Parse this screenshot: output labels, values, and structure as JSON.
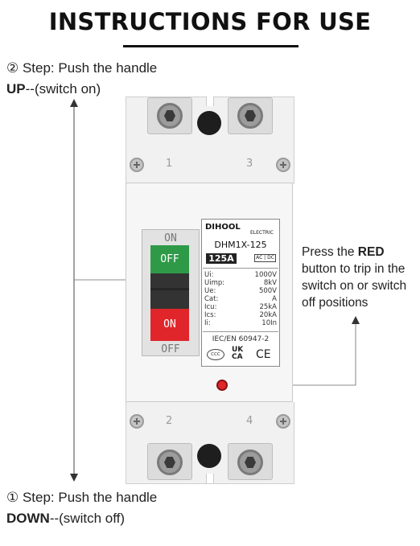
{
  "title": "INSTRUCTIONS FOR USE",
  "step_up": {
    "line1": "② Step: Push the handle",
    "strong": "UP",
    "rest": "--(switch on)"
  },
  "step_down": {
    "line1": "① Step: Push the handle",
    "strong": "DOWN",
    "rest": "--(switch off)"
  },
  "breaker": {
    "terminal_numbers_top": [
      "1",
      "3"
    ],
    "terminal_numbers_bottom": [
      "2",
      "4"
    ],
    "handle": {
      "label_top": "ON",
      "label_bottom": "OFF",
      "button_green": "OFF",
      "button_red": "ON"
    },
    "nameplate": {
      "brand": "DIHOOL",
      "brand_sub": "ELECTRIC",
      "model": "DHM1X-125",
      "rating": "125A",
      "ac_dc": "AC | DC",
      "specs": [
        {
          "k": "Ui:",
          "v": "1000V"
        },
        {
          "k": "Uimp:",
          "v": "8kV"
        },
        {
          "k": "Ue:",
          "v": "500V"
        },
        {
          "k": "Cat:",
          "v": "A"
        },
        {
          "k": "Icu:",
          "v": "25kA"
        },
        {
          "k": "Ics:",
          "v": "20kA"
        },
        {
          "k": "Ii:",
          "v": "10In"
        }
      ],
      "standard": "IEC/EN 60947-2",
      "mark_ccc": "CCC",
      "mark_ukca_1": "UK",
      "mark_ukca_2": "CA",
      "mark_ce": "CE"
    }
  },
  "red_note": {
    "pre": "Press the ",
    "strong": "RED",
    "post": "button to trip in the switch on or switch off positions"
  },
  "colors": {
    "green": "#2e9a48",
    "red": "#e0262b",
    "dark": "#333333"
  }
}
